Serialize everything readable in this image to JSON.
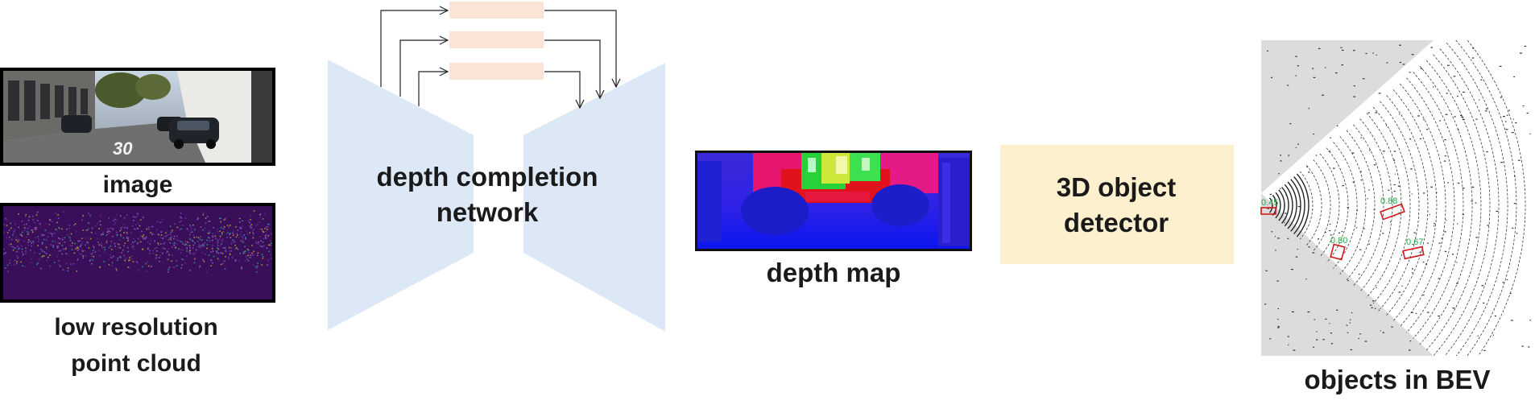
{
  "labels": {
    "image": "image",
    "point_cloud_line1": "low resolution",
    "point_cloud_line2": "point cloud",
    "network_line1": "depth completion",
    "network_line2": "network",
    "depth_map": "depth map",
    "detector_line1": "3D object",
    "detector_line2": "detector",
    "bev": "objects in BEV"
  },
  "scores": [
    "0.45",
    "0.88",
    "0.80",
    "0.67"
  ],
  "icons": {
    "image_panel": "street-scene-photo-icon",
    "point_cloud_panel": "sparse-point-cloud-icon",
    "depth_panel": "depth-map-icon",
    "bev_panel": "bev-point-cloud-icon"
  },
  "colors": {
    "network_fill": "#dce8f5",
    "skip_fill": "#fbe3d6",
    "detector_fill": "#fdf0cf",
    "point_cloud_bg": "#3a0f5a",
    "depth_blue": "#0a1ee6",
    "box_red": "#d11a1a",
    "score_green": "#27a844"
  }
}
